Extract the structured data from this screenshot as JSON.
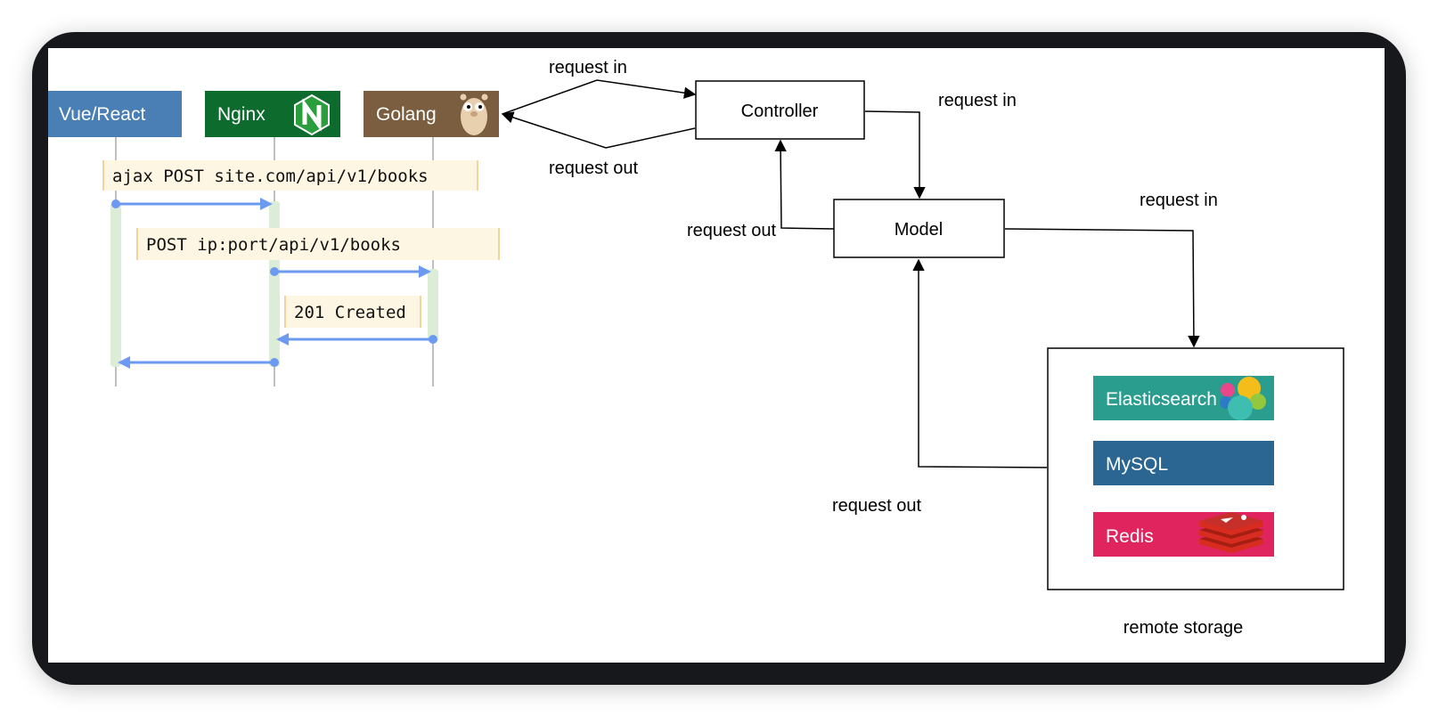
{
  "sequence": {
    "participants": [
      {
        "label": "Vue/React",
        "color": "#4a7fb5"
      },
      {
        "label": "Nginx",
        "color": "#0d6b2d"
      },
      {
        "label": "Golang",
        "color": "#7b5e3f"
      }
    ],
    "messages": [
      {
        "label": "ajax POST site.com/api/v1/books"
      },
      {
        "label": "POST ip:port/api/v1/books"
      },
      {
        "label": "201 Created"
      }
    ],
    "colors": {
      "arrow": "#6b9af0",
      "note_bg": "#fdf6e3",
      "note_border": "#f2d39b",
      "activation": "#dcedd7"
    }
  },
  "flow": {
    "controller_label": "Controller",
    "model_label": "Model",
    "labels": {
      "golang_controller_in": "request in",
      "controller_golang_out": "request out",
      "controller_model_in": "request in",
      "model_controller_out": "request out",
      "model_storage_in": "request in",
      "storage_model_out": "request out"
    }
  },
  "storage": {
    "caption": "remote storage",
    "items": [
      {
        "label": "Elasticsearch",
        "color": "#2a9d8f",
        "icon": "elasticsearch-icon"
      },
      {
        "label": "MySQL",
        "color": "#2b6591",
        "icon": ""
      },
      {
        "label": "Redis",
        "color": "#e0245e",
        "icon": "redis-icon"
      }
    ]
  }
}
